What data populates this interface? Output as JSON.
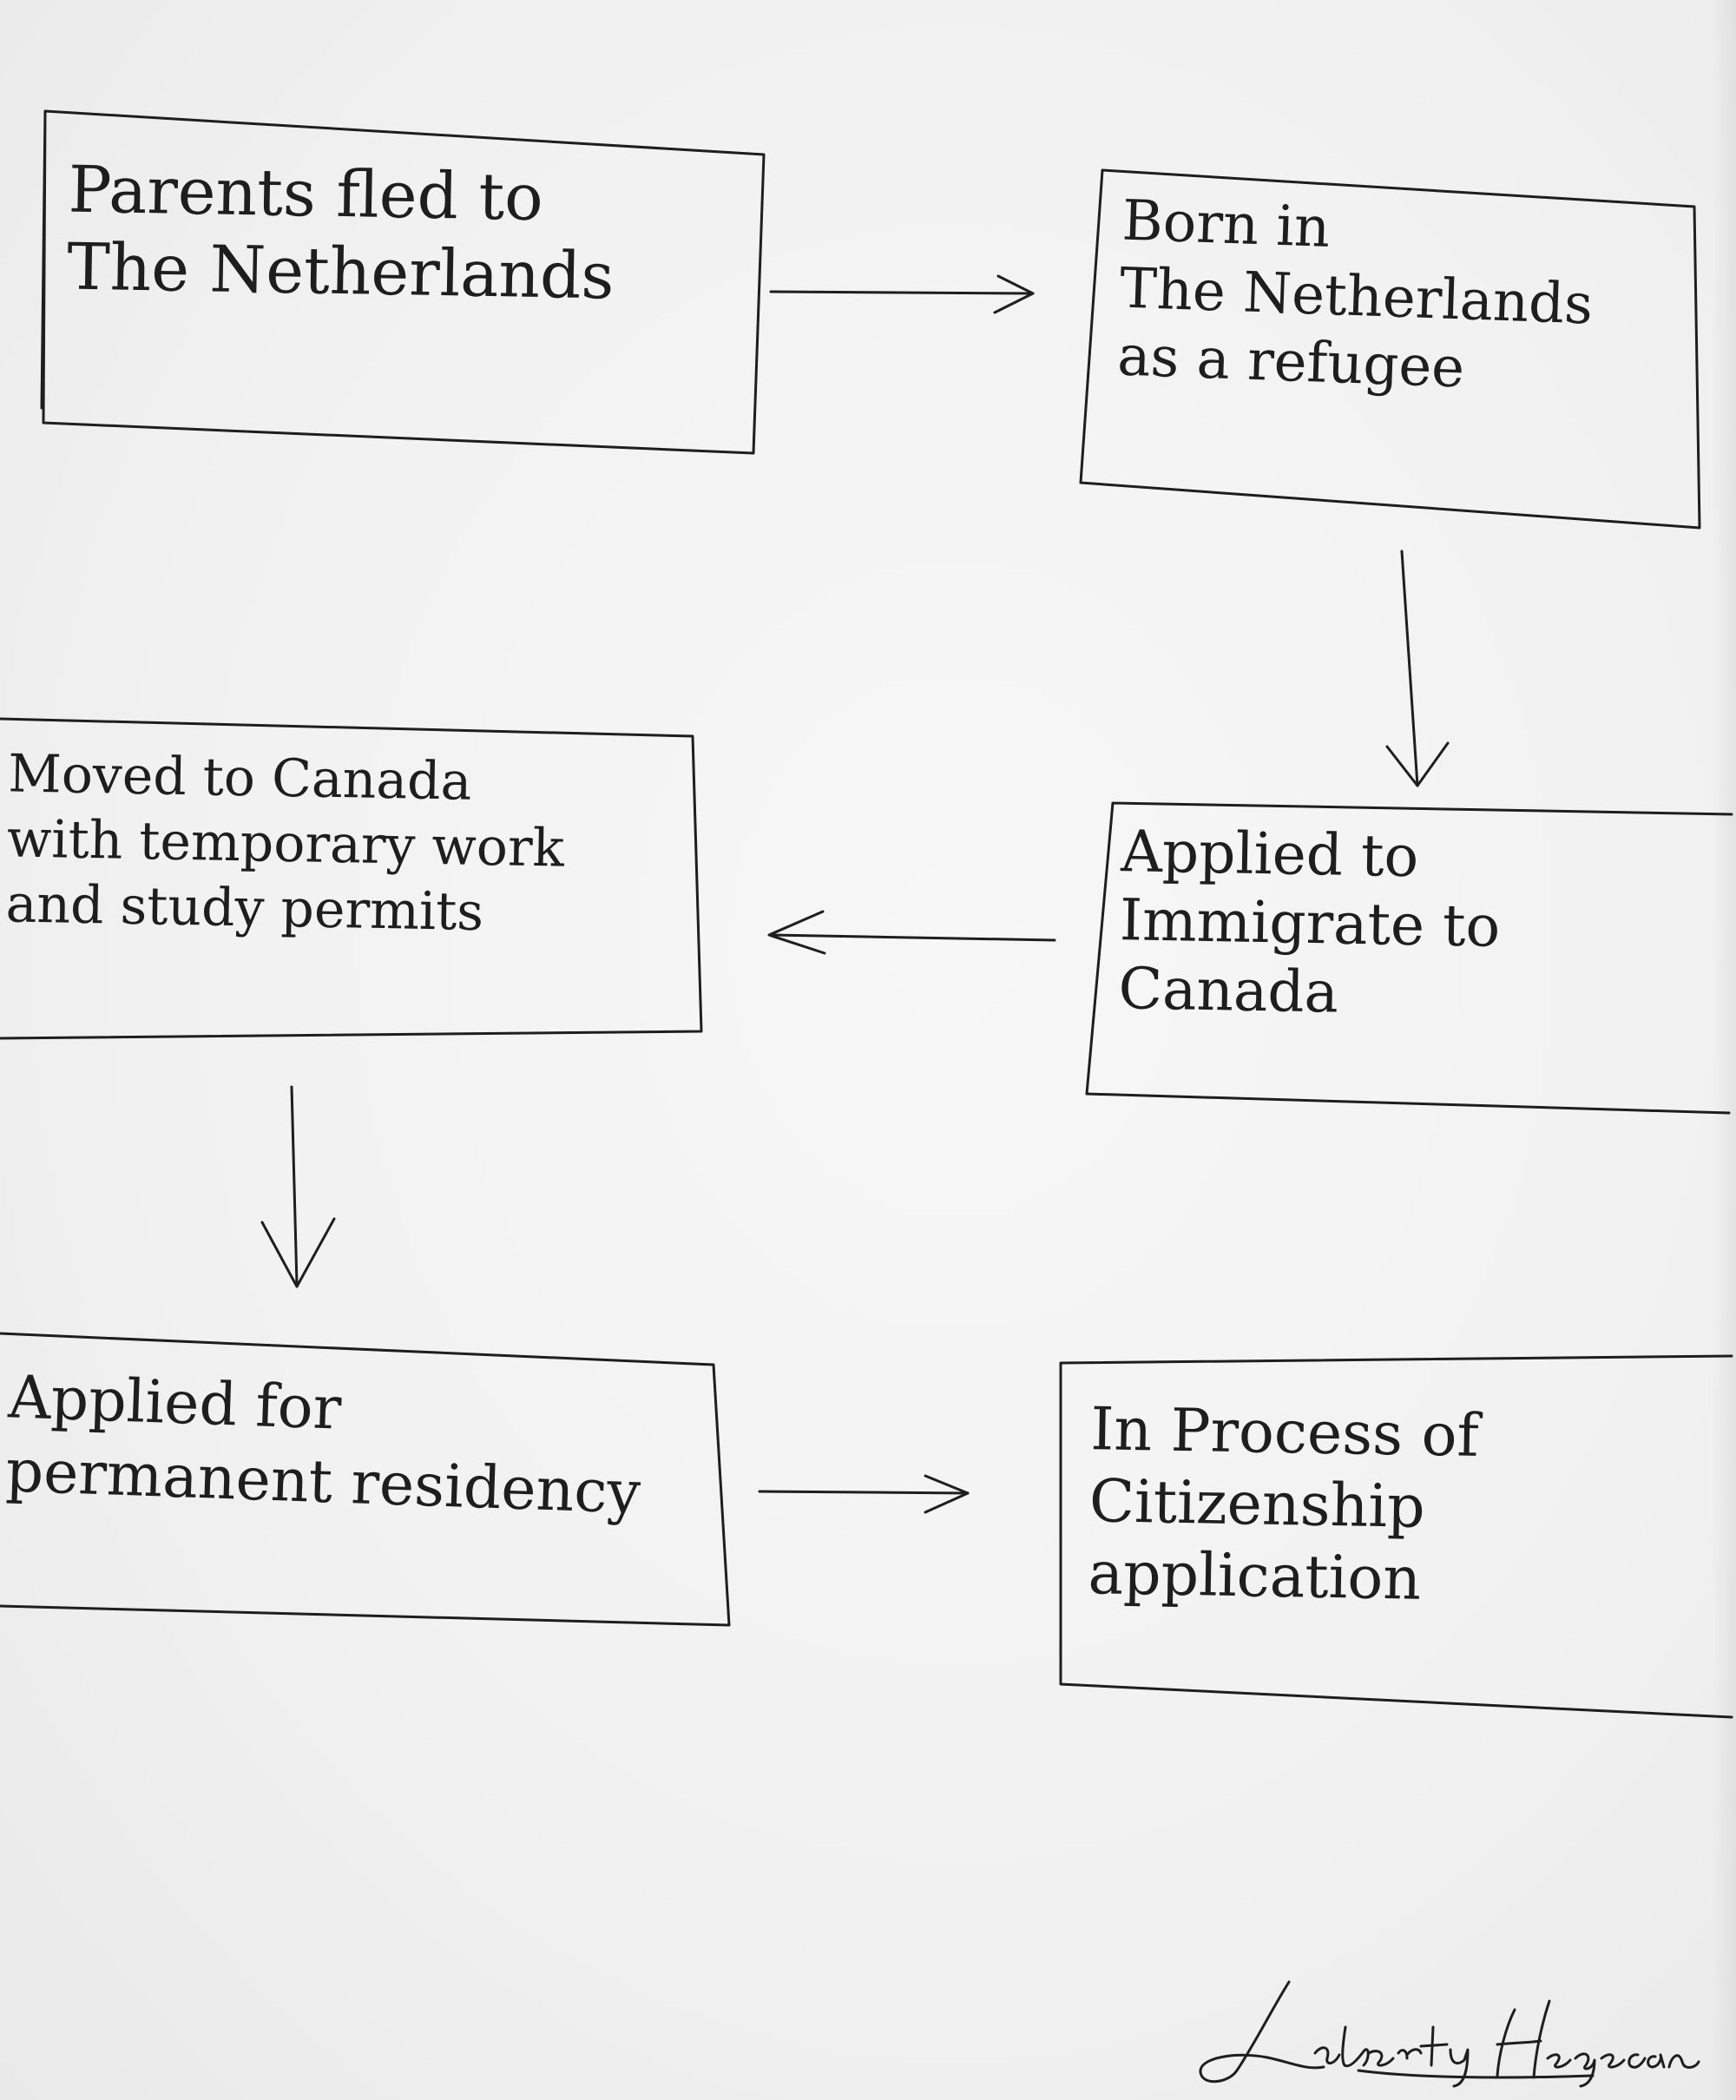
{
  "diagram": {
    "nodes": [
      {
        "id": "parents-fled",
        "lines": [
          "Parents fled to",
          "The Netherlands"
        ]
      },
      {
        "id": "born-refugee",
        "lines": [
          "Born in",
          "The Netherlands",
          "as a refugee"
        ]
      },
      {
        "id": "moved-canada",
        "lines": [
          "Moved to Canada",
          "with temporary work",
          "and study permits"
        ]
      },
      {
        "id": "applied-immigrate",
        "lines": [
          "Applied to",
          "Immigrate to",
          "Canada"
        ]
      },
      {
        "id": "applied-pr",
        "lines": [
          "Applied for",
          "permanent residency"
        ]
      },
      {
        "id": "citizenship",
        "lines": [
          "In Process of",
          "Citizenship",
          "application"
        ]
      }
    ],
    "edges": [
      {
        "from": "parents-fled",
        "to": "born-refugee"
      },
      {
        "from": "born-refugee",
        "to": "applied-immigrate"
      },
      {
        "from": "applied-immigrate",
        "to": "moved-canada"
      },
      {
        "from": "moved-canada",
        "to": "applied-pr"
      },
      {
        "from": "applied-pr",
        "to": "citizenship"
      }
    ]
  },
  "signature": "Liberty Hegecan",
  "colors": {
    "ink": "#1e1e1e",
    "paper": "#f3f3f3"
  }
}
